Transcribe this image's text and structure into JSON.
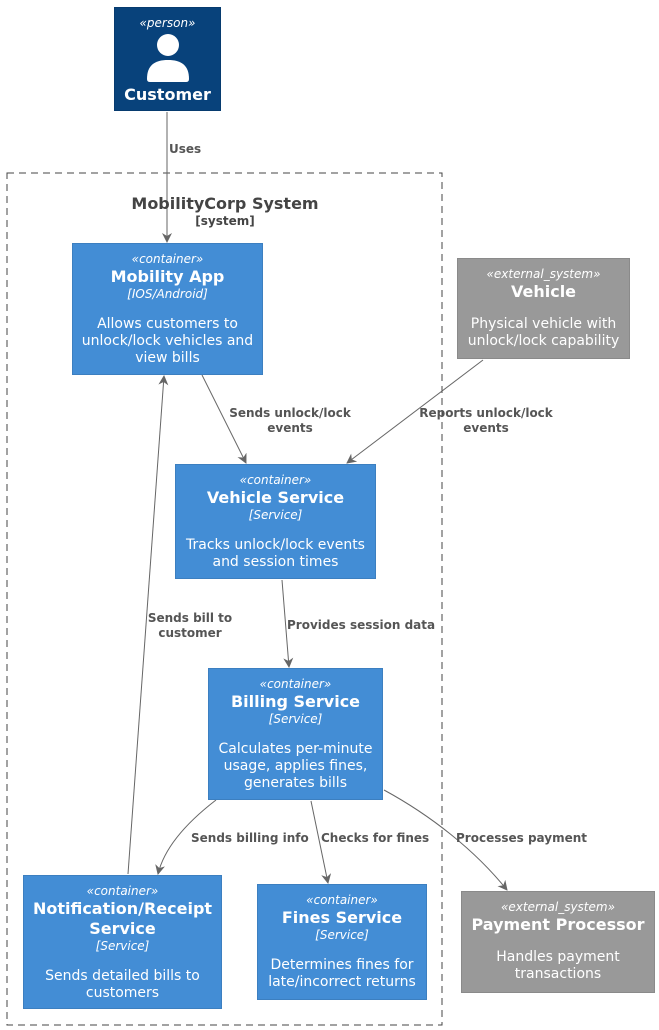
{
  "person": {
    "stereotype": "«person»",
    "name": "Customer",
    "icon": "person-icon"
  },
  "boundary": {
    "name": "MobilityCorp System",
    "type": "[system]"
  },
  "nodes": {
    "mobility_app": {
      "stereotype": "«container»",
      "name": "Mobility App",
      "tech": "[IOS/Android]",
      "desc": [
        "Allows customers to",
        "unlock/lock vehicles and",
        "view bills"
      ]
    },
    "vehicle": {
      "stereotype": "«external_system»",
      "name": "Vehicle",
      "desc": [
        "Physical vehicle with",
        "unlock/lock capability"
      ]
    },
    "vehicle_service": {
      "stereotype": "«container»",
      "name": "Vehicle Service",
      "tech": "[Service]",
      "desc": [
        "Tracks unlock/lock events",
        "and session times"
      ]
    },
    "billing_service": {
      "stereotype": "«container»",
      "name": "Billing Service",
      "tech": "[Service]",
      "desc": [
        "Calculates per-minute",
        "usage, applies fines,",
        "generates bills"
      ]
    },
    "notification_service": {
      "stereotype": "«container»",
      "name": [
        "Notification/Receipt",
        "Service"
      ],
      "tech": "[Service]",
      "desc": [
        "Sends detailed bills to",
        "customers"
      ]
    },
    "fines_service": {
      "stereotype": "«container»",
      "name": "Fines Service",
      "tech": "[Service]",
      "desc": [
        "Determines fines for",
        "late/incorrect returns"
      ]
    },
    "payment_processor": {
      "stereotype": "«external_system»",
      "name": "Payment Processor",
      "desc": [
        "Handles payment",
        "transactions"
      ]
    }
  },
  "edges": {
    "uses": [
      "Uses"
    ],
    "sends_unlock": [
      "Sends unlock/lock",
      "events"
    ],
    "reports_unlock": [
      "Reports unlock/lock",
      "events"
    ],
    "sends_bill": [
      "Sends bill to",
      "customer"
    ],
    "provides_session": [
      "Provides session data"
    ],
    "sends_billing": [
      "Sends billing info"
    ],
    "checks_fines": [
      "Checks for fines"
    ],
    "processes_payment": [
      "Processes payment"
    ]
  },
  "colors": {
    "container": "#438dd5",
    "external": "#999999",
    "person": "#08427b",
    "edge": "#666666"
  }
}
